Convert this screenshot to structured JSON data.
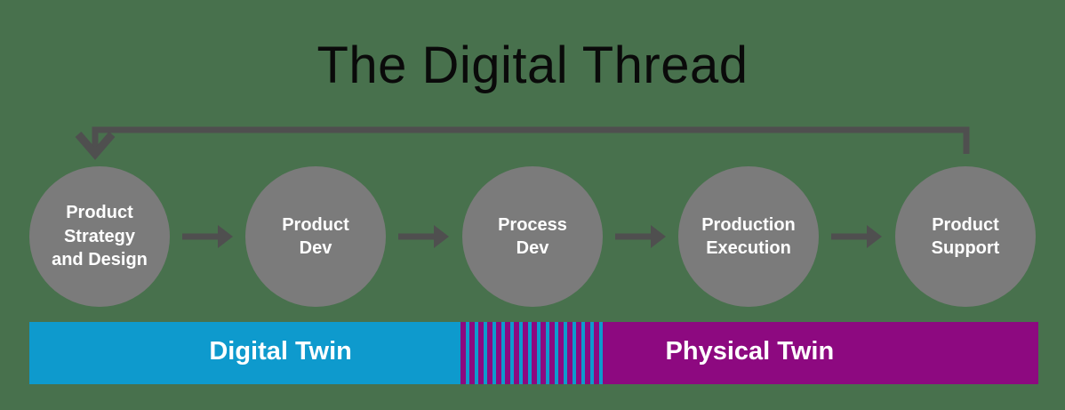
{
  "title": "The Digital Thread",
  "stages": [
    {
      "label": "Product\nStrategy\nand Design"
    },
    {
      "label": "Product\nDev"
    },
    {
      "label": "Process\nDev"
    },
    {
      "label": "Production\nExecution"
    },
    {
      "label": "Product\nSupport"
    }
  ],
  "icons": {
    "flow_arrow": "right-arrow",
    "feedback_loop": "feedback-loop-down-arrow"
  },
  "twin_bar": {
    "digital_label": "Digital Twin",
    "physical_label": "Physical Twin"
  },
  "colors": {
    "background": "#48714D",
    "circle_fill": "#7B7B7B",
    "arrow": "#4F4F4F",
    "title_text": "#0A0A0A",
    "circle_text": "#FFFFFF",
    "bar_text": "#FFFFFF",
    "digital_twin": "#0E9ACD",
    "physical_twin": "#8D0980"
  }
}
